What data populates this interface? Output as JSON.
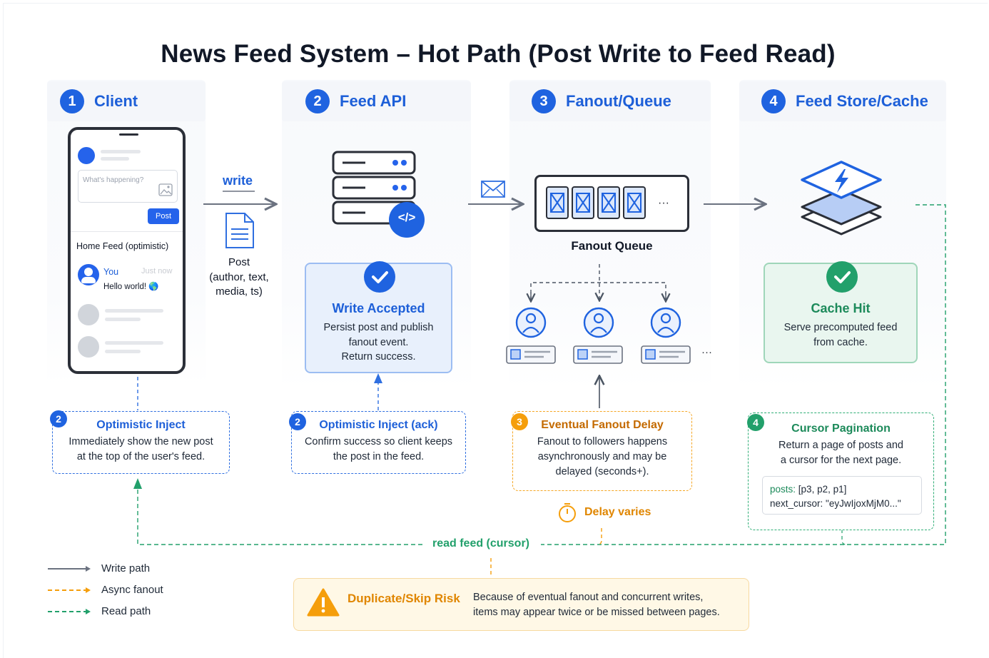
{
  "title": "News Feed System – Hot Path (Post Write to Feed Read)",
  "columns": [
    {
      "num": "1",
      "label": "Client"
    },
    {
      "num": "2",
      "label": "Feed API"
    },
    {
      "num": "3",
      "label": "Fanout/Queue"
    },
    {
      "num": "4",
      "label": "Feed Store/Cache"
    }
  ],
  "client": {
    "compose_placeholder": "What's happening?",
    "post_button": "Post",
    "home_feed_label": "Home Feed (optimistic)",
    "item_user": "You",
    "item_time": "Just now",
    "item_text": "Hello world! 🌎"
  },
  "write_arrow": {
    "label": "write",
    "payload_title": "Post",
    "payload_line1": "(author, text,",
    "payload_line2": "media, ts)"
  },
  "api": {
    "code_icon": "</>",
    "card_title": "Write Accepted",
    "card_lines": [
      "Persist post and publish",
      "fanout event.",
      "Return success."
    ]
  },
  "queue": {
    "label": "Fanout Queue",
    "ellipsis": "···",
    "followers_ellipsis": "···"
  },
  "cache": {
    "card_title": "Cache Hit",
    "card_lines": [
      "Serve precomputed feed",
      "from cache."
    ]
  },
  "notes": {
    "optimistic": {
      "num": "2",
      "title": "Optimistic Inject",
      "lines": [
        "Immediately show the new post",
        "at the top of the user's feed."
      ]
    },
    "ack": {
      "num": "2",
      "title": "Optimistic Inject (ack)",
      "lines": [
        "Confirm success so client keeps",
        "the post in the feed."
      ]
    },
    "fanout": {
      "num": "3",
      "title": "Eventual Fanout Delay",
      "lines": [
        "Fanout to followers happens",
        "asynchronously and may be",
        "delayed (seconds+)."
      ]
    },
    "cursor": {
      "num": "4",
      "title": "Cursor Pagination",
      "lines": [
        "Return a page of posts and",
        "a cursor for the next page."
      ],
      "posts_key": "posts:",
      "posts_val": "[p3, p2, p1]",
      "cursor_line": "next_cursor: \"eyJwIjoxMjM0...\""
    }
  },
  "delay_label": "Delay varies",
  "read_label": "read feed (cursor)",
  "risk": {
    "title": "Duplicate/Skip Risk",
    "lines": [
      "Because of eventual fanout and concurrent writes,",
      "items may appear twice or be missed between pages."
    ]
  },
  "legend": [
    {
      "label": "Write path",
      "style": "solid",
      "color": "#6b7280"
    },
    {
      "label": "Async fanout",
      "style": "dashed",
      "color": "#f59e0b"
    },
    {
      "label": "Read path",
      "style": "dashed",
      "color": "#22a06b"
    }
  ],
  "colors": {
    "blue": "#1f63e0",
    "green": "#22a06b",
    "orange": "#f59e0b",
    "grey": "#6b7280"
  }
}
